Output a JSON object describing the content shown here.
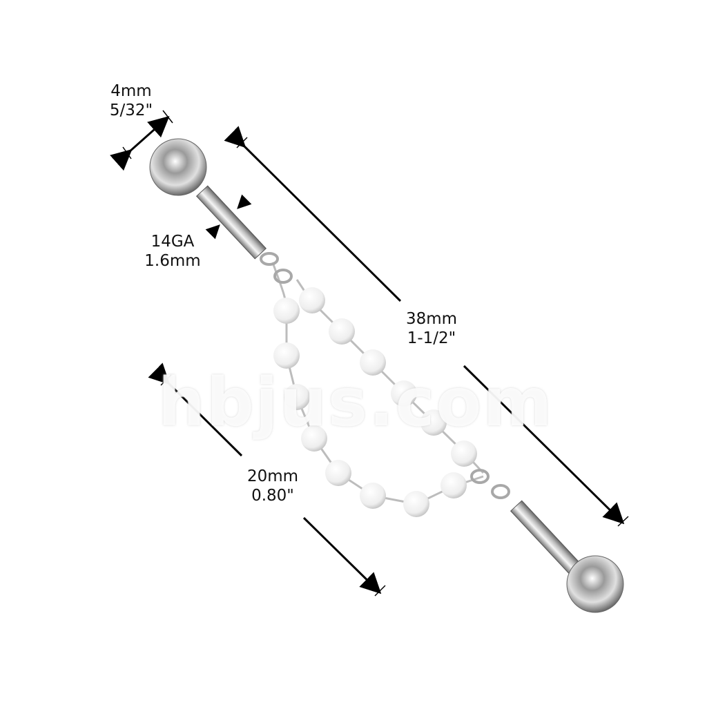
{
  "labels": {
    "ball": {
      "metric": "4mm",
      "imperial": "5/32\""
    },
    "gauge": {
      "metric": "14GA",
      "imperial": "1.6mm"
    },
    "length": {
      "metric": "38mm",
      "imperial": "1-1/2\""
    },
    "chain": {
      "metric": "20mm",
      "imperial": "0.80\""
    }
  },
  "watermark": "hbjus.com",
  "colors": {
    "metal": "#c8c8c8",
    "bead": "#f2f2f2",
    "arrow": "#000000"
  }
}
